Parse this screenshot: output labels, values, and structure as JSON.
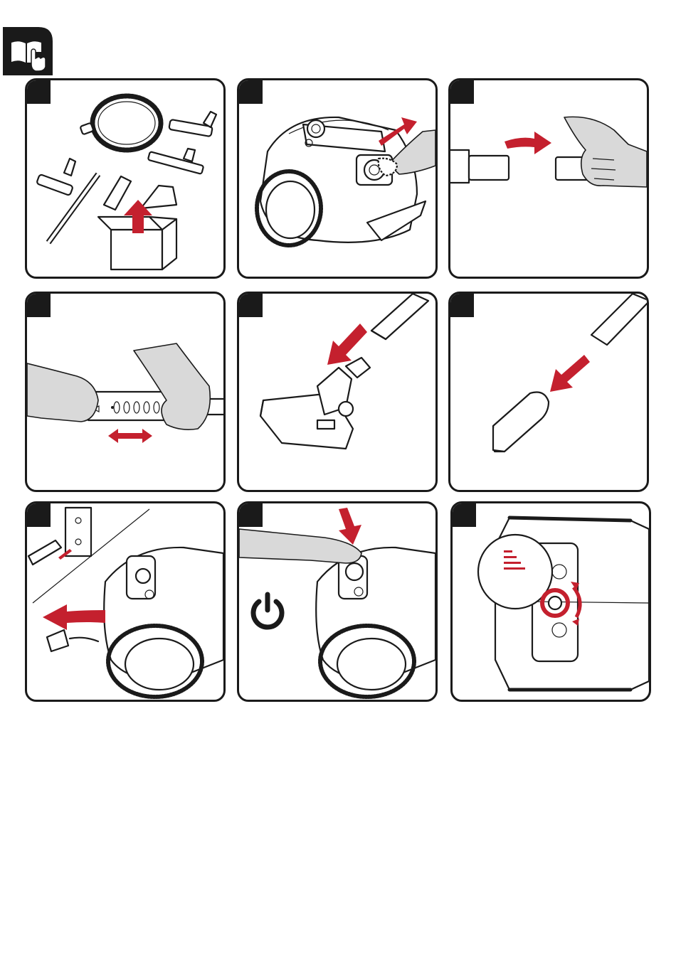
{
  "page": {
    "header_icon": "read-manual-icon",
    "accent_color": "#c4202e",
    "ink_color": "#1a1a1a",
    "skin_color": "#d9d9d9"
  },
  "steps": [
    {
      "icon": "unbox-accessories-illustration"
    },
    {
      "icon": "attach-hose-illustration"
    },
    {
      "icon": "connect-wand-illustration"
    },
    {
      "icon": "telescopic-tube-adjust-illustration"
    },
    {
      "icon": "attach-floor-brush-illustration"
    },
    {
      "icon": "attach-crevice-nozzle-illustration"
    },
    {
      "icon": "plug-in-cord-illustration"
    },
    {
      "icon": "power-on-illustration"
    },
    {
      "icon": "suction-power-dial-illustration"
    }
  ]
}
